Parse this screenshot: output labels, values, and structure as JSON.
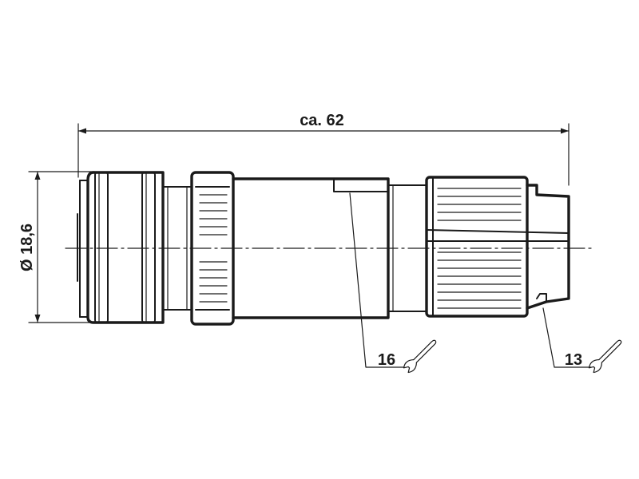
{
  "drawing": {
    "overall_length_label": "ca. 62",
    "diameter_label": "Ø 18,6",
    "callouts": [
      {
        "label": "16",
        "icon": "wrench-icon"
      },
      {
        "label": "13",
        "icon": "wrench-icon"
      }
    ]
  }
}
